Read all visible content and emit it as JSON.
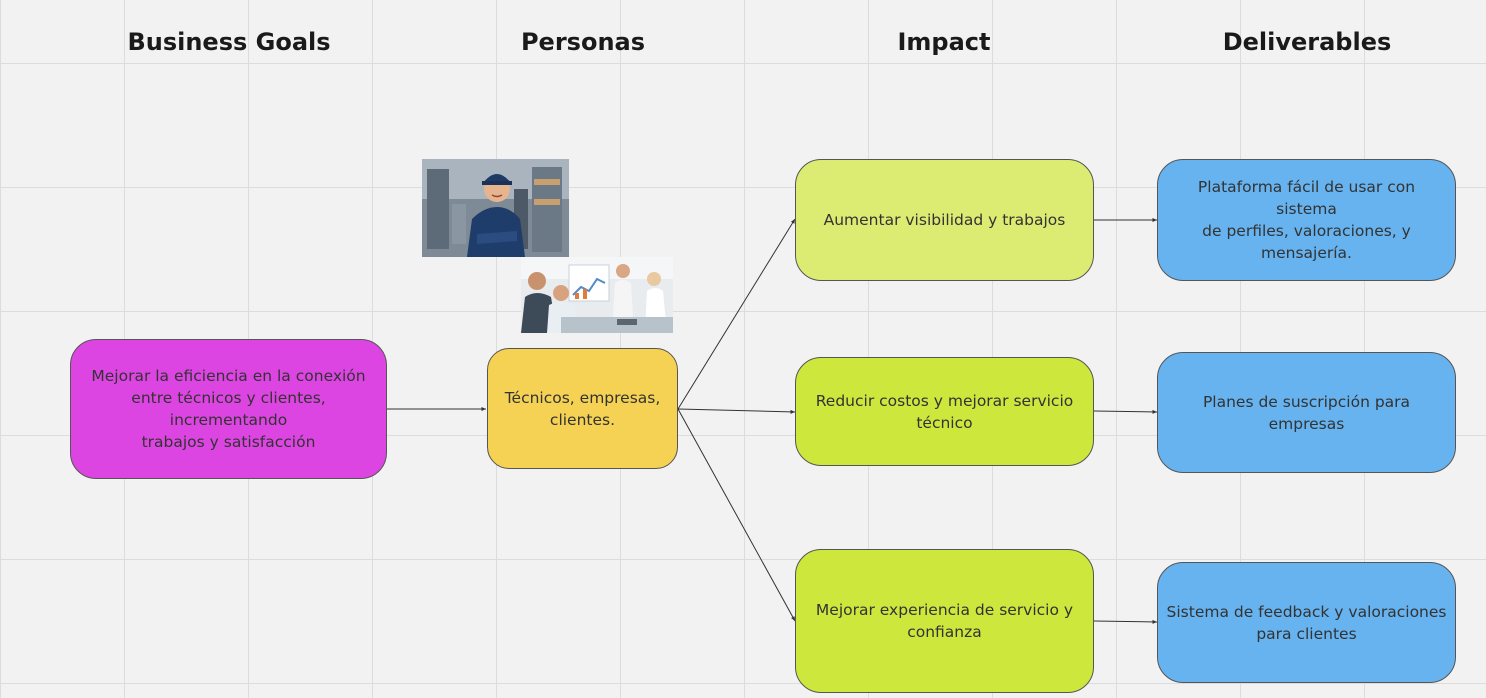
{
  "headers": {
    "business_goals": "Business Goals",
    "personas": "Personas",
    "impact": "Impact",
    "deliverables": "Deliverables"
  },
  "business_goal": {
    "lines": [
      "Mejorar la eficiencia en la conexión",
      "entre técnicos y clientes, incrementando",
      "trabajos y satisfacción"
    ]
  },
  "persona": {
    "lines": [
      "Técnicos, empresas,",
      "clientes."
    ]
  },
  "impacts": [
    {
      "lines": [
        "Aumentar visibilidad y trabajos"
      ]
    },
    {
      "lines": [
        "Reducir costos y mejorar servicio",
        "técnico"
      ]
    },
    {
      "lines": [
        "Mejorar experiencia de servicio y",
        "confianza"
      ]
    }
  ],
  "deliverables": [
    {
      "lines": [
        "Plataforma fácil de usar con sistema",
        "de perfiles, valoraciones, y mensajería."
      ]
    },
    {
      "lines": [
        "Planes de suscripción para empresas"
      ]
    },
    {
      "lines": [
        "Sistema de feedback y valoraciones",
        "para clientes"
      ]
    }
  ],
  "images": {
    "technician_photo": "photo-technician",
    "meeting_photo": "photo-business-meeting"
  },
  "colors": {
    "goal": "#dd45e3",
    "persona": "#f5d253",
    "impact": "#cde73d",
    "impact_highlight": "#dcec73",
    "deliverable": "#66b3f0"
  }
}
